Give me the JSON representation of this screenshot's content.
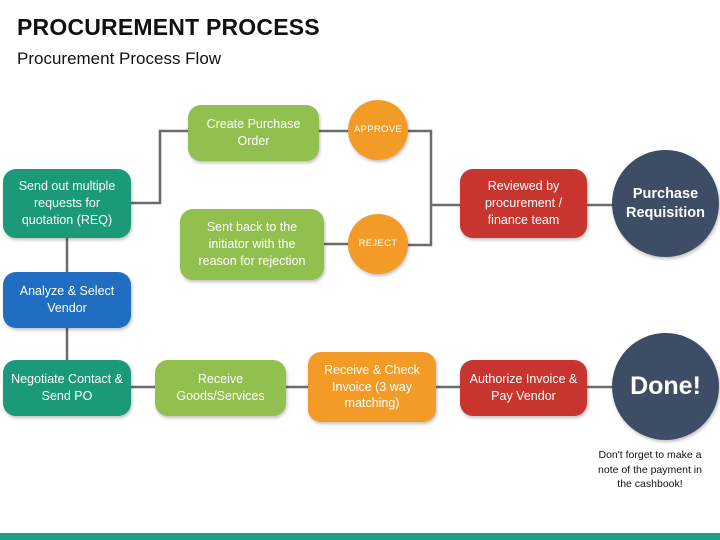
{
  "header": {
    "title": "PROCUREMENT PROCESS",
    "subtitle": "Procurement Process Flow"
  },
  "nodes": {
    "send_requests": "Send out multiple requests for quotation (REQ)",
    "analyze_vendor": "Analyze & Select Vendor",
    "negotiate": "Negotiate Contact & Send PO",
    "create_po": "Create Purchase Order",
    "sent_back": "Sent back to the initiator with the reason for rejection",
    "approve": "APPROVE",
    "reject": "REJECT",
    "reviewed": "Reviewed by procurement / finance team",
    "purchase_requisition": "Purchase Requisition",
    "receive_goods": "Receive Goods/Services",
    "receive_invoice": "Receive & Check Invoice (3 way matching)",
    "authorize_invoice": "Authorize Invoice & Pay Vendor",
    "done": "Done!"
  },
  "note": "Don't forget to make a note of the payment in the cashbook!",
  "colors": {
    "teal": "#1a9a79",
    "blue": "#1f6ec2",
    "light_green": "#92c04f",
    "orange": "#f29b27",
    "red": "#c8352f",
    "navy": "#3d4d66",
    "connector": "#6b6b6b",
    "footer_bar": "#1f9f86"
  }
}
